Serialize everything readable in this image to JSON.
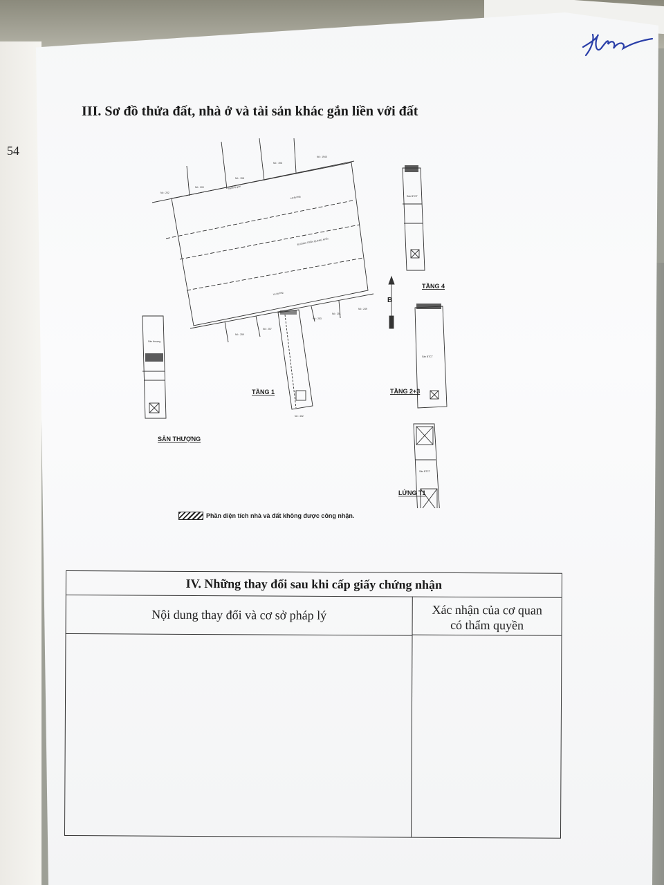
{
  "page_number": "54",
  "section_three_title": "III. Sơ đồ thửa đất, nhà ở và tài sản khác gắn liền với đất",
  "diagram": {
    "floor_ground": "TẦNG 1",
    "floor_terrace": "SÂN THƯỢNG",
    "floor_four": "TẦNG 4",
    "floor_two_three": "TẦNG 2+3",
    "floor_mezzanine": "LỬNG T1",
    "north_mark": "B",
    "street_main": "ĐƯỜNG TRẦN QUANG KHẢI",
    "alley_top": "Lê đường",
    "alley_bottom": "Lê đường",
    "hem": "Ranh lộ giới",
    "house_numbers": [
      "Nô : 202",
      "Nô : 200",
      "Nô : 198",
      "Nô : 196",
      "Nô : 1940",
      "Nô : 259",
      "Nô : 257",
      "Nô : 253",
      "Nô : 251",
      "Nô : 249",
      "Nô : 402"
    ],
    "room_label": "Sân BTCT",
    "roof_label": "Sân thượng"
  },
  "legend": {
    "text": "Phần diện tích nhà và đất không được công nhận."
  },
  "section_four": {
    "title": "IV. Những thay đổi sau khi cấp giấy chứng nhận",
    "col_content": "Nội dung thay đổi và cơ sở pháp lý",
    "col_confirm_line1": "Xác nhận của cơ quan",
    "col_confirm_line2": "có thẩm quyền"
  }
}
